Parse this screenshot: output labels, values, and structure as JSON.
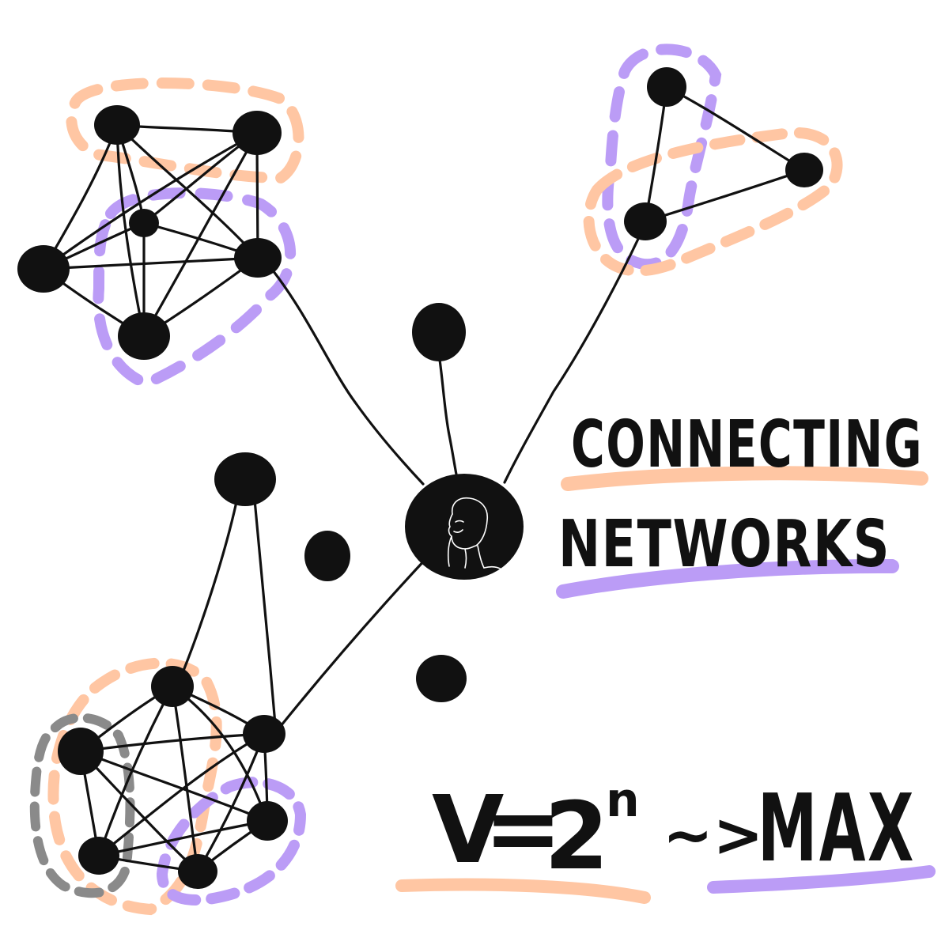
{
  "title": {
    "line1": "CONNECTING",
    "line2": "NETWORKS"
  },
  "formula": {
    "lhs": "V",
    "equals": "=",
    "base": "2",
    "exponent": "n",
    "arrow": "~>",
    "rhs": "MAX"
  },
  "colors": {
    "ink": "#111111",
    "orange": "#ffc6a3",
    "purple": "#bb9cf6",
    "gray": "#8a8a8a",
    "background": "#ffffff"
  },
  "icons": {
    "center_node": "person-portrait-icon"
  }
}
